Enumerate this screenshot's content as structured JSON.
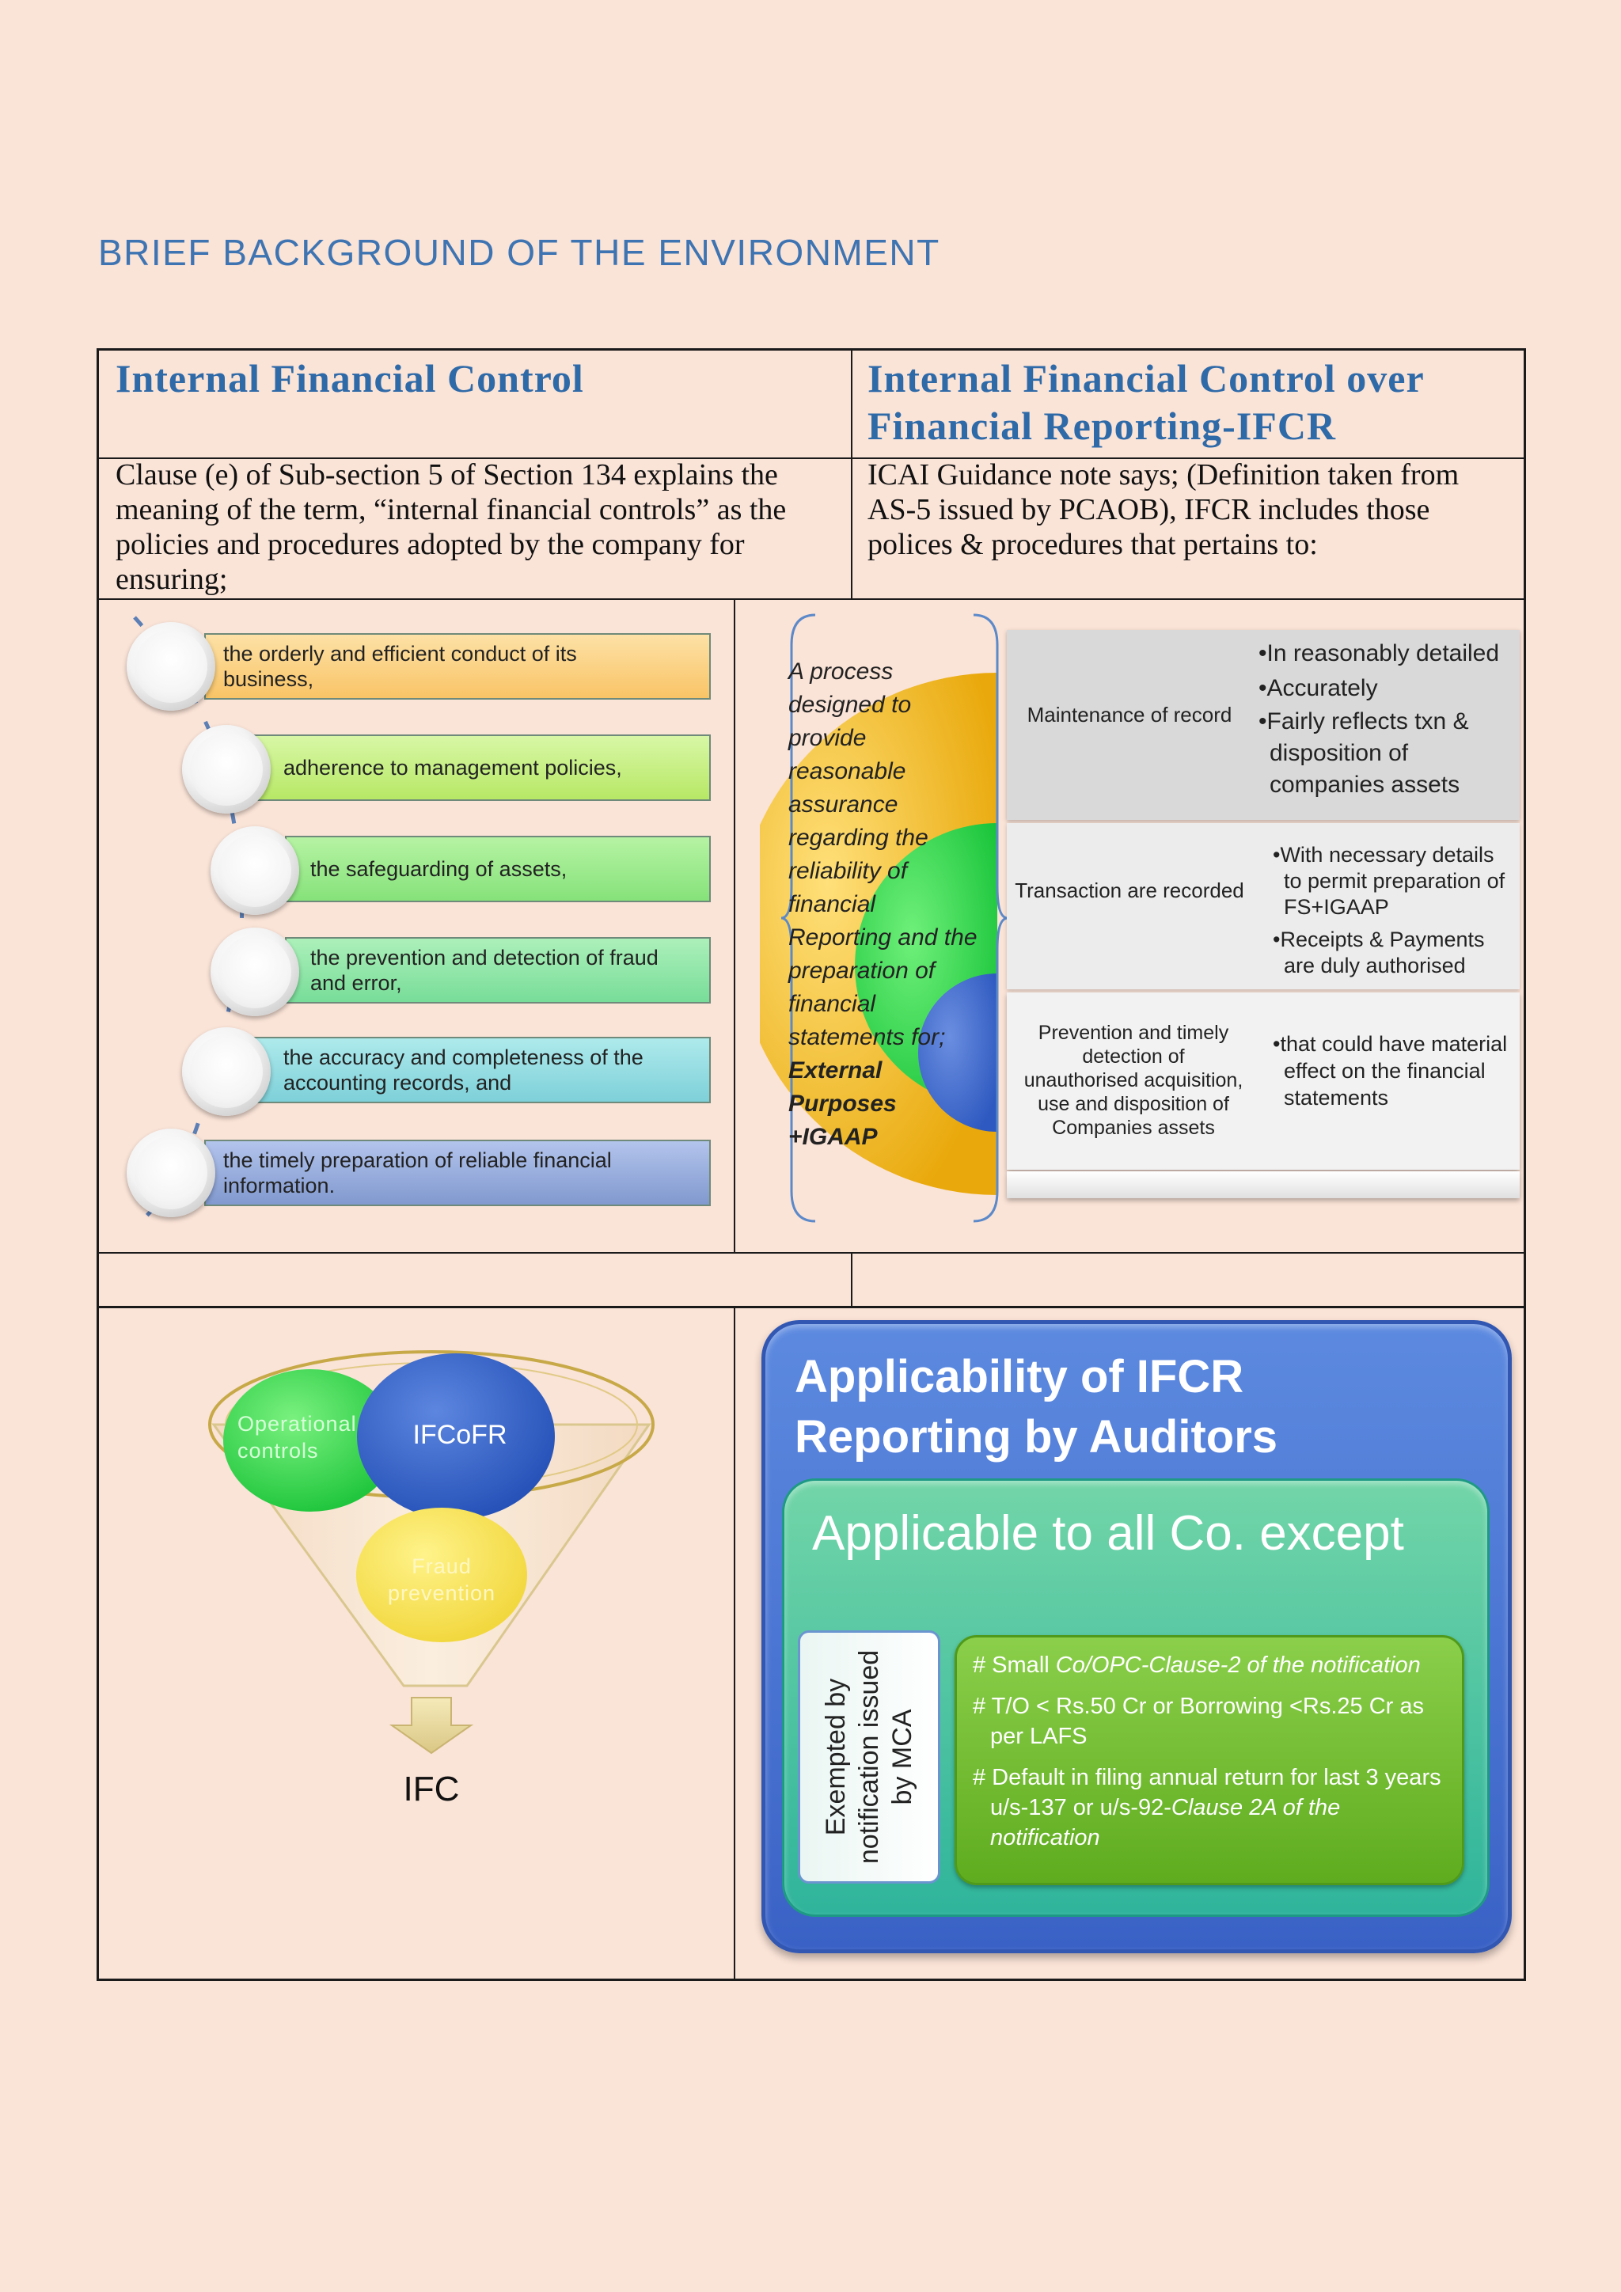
{
  "heading": "BRIEF BACKGROUND OF THE ENVIRONMENT",
  "table": {
    "left_header": "Internal Financial Control",
    "right_header": "Internal Financial Control over Financial Reporting-IFCR",
    "left_desc": "Clause (e) of Sub-section 5 of Section 134 explains the meaning of the term, “internal financial controls” as the policies and procedures adopted by the company for ensuring;",
    "right_desc": "ICAI Guidance note says; (Definition taken from AS-5 issued by PCAOB), IFCR includes those polices & procedures that pertains to:"
  },
  "ifc_list": [
    {
      "text": "the orderly and efficient conduct of its business,",
      "color": "#fbd07c"
    },
    {
      "text": "adherence to management policies,",
      "color": "#c5f07e"
    },
    {
      "text": "the safeguarding of assets,",
      "color": "#9cec8a"
    },
    {
      "text": "the prevention and detection of fraud and error,",
      "color": "#8fe6a4"
    },
    {
      "text": "the accuracy and completeness of the accounting records, and",
      "color": "#8ed9e0"
    },
    {
      "text": "the timely preparation of reliable financial information.",
      "color": "#93a9d9"
    }
  ],
  "process": {
    "text": "A process designed to provide reasonable assurance regarding the reliability of financial Reporting and the preparation of financial statements for;",
    "bold": "External Purposes +IGAAP"
  },
  "ifcr_rows": [
    {
      "label": "Maintenance of record",
      "bullets": [
        "In reasonably detailed",
        "Accurately",
        "Fairly reflects txn & disposition of companies assets"
      ]
    },
    {
      "label": "Transaction are recorded",
      "bullets": [
        "With necessary details to permit preparation of FS+IGAAP",
        "Receipts & Payments are duly authorised"
      ]
    },
    {
      "label": "Prevention and timely detection of unauthorised acquisition, use and disposition of Companies assets",
      "bullets": [
        "that could have material effect on the financial statements"
      ]
    }
  ],
  "funnel": {
    "operational": "Operational controls",
    "ifcofr": "IFCoFR",
    "fraud": "Fraud prevention",
    "result": "IFC"
  },
  "applicability": {
    "title": "Applicability of IFCR Reporting by Auditors",
    "subtitle": "Applicable to all Co. except",
    "exempted": "Exempted by notification issued by MCA",
    "items": [
      {
        "plain": "# Small ",
        "italic": "Co/OPC-Clause-2 of the notification"
      },
      {
        "plain": "# T/O < Rs.50 Cr or Borrowing <Rs.25 Cr as per LAFS",
        "italic": ""
      },
      {
        "plain": "# Default in filing annual return for last 3 years u/s-137 or u/s-92-",
        "italic": "Clause 2A of the notification"
      }
    ]
  },
  "colors": {
    "heading": "#3e74b2",
    "background": "#fae3d7"
  }
}
